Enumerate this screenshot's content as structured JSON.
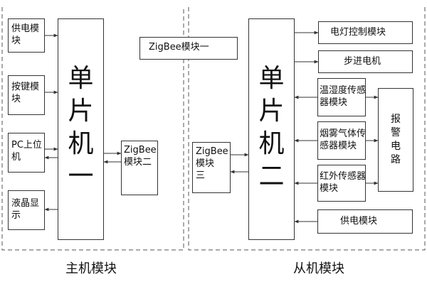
{
  "host": {
    "caption": "主机模块",
    "mcu": "单\n片\n机\n一",
    "power": "供电模\n块",
    "keys": "按键模\n块",
    "pc": "PC上位\n机",
    "lcd": "液晶显\n示",
    "zigbee2": "ZigBee\n模块二"
  },
  "zigbee1": "ZigBee模块一",
  "slave": {
    "caption": "从机模块",
    "mcu": "单\n片\n机\n二",
    "zigbee3": "ZigBee\n模块\n三",
    "lamp": "电灯控制模块",
    "stepper": "步进电机",
    "humidity": "温湿度传感\n器模块",
    "smoke": "烟雾气体传\n感器模块",
    "infrared": "红外传感器\n模块",
    "alarm": "报\n警\n电\n路",
    "power": "供电模块"
  },
  "colors": {
    "line": "#333333",
    "background": "#ffffff"
  }
}
